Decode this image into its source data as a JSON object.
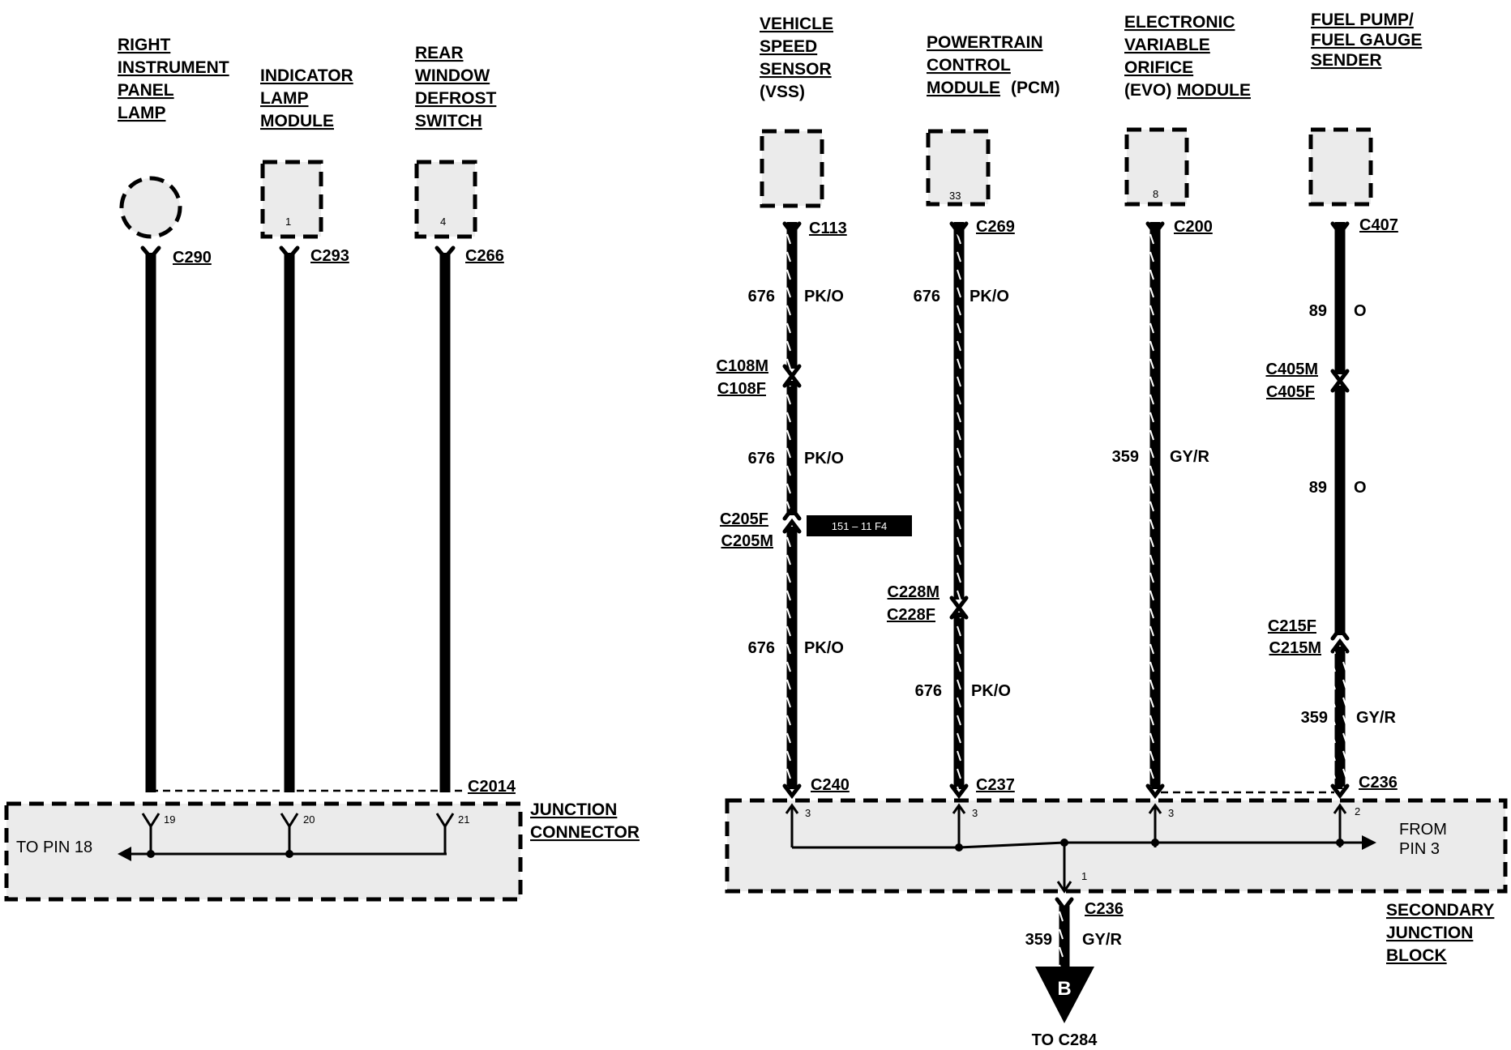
{
  "components": {
    "right_panel_lamp": [
      "RIGHT",
      "INSTRUMENT",
      "PANEL",
      "LAMP"
    ],
    "indicator_module": [
      "INDICATOR",
      "LAMP",
      "MODULE"
    ],
    "rear_defrost": [
      "REAR",
      "WINDOW",
      "DEFROST",
      "SWITCH"
    ],
    "vss": [
      "VEHICLE",
      "SPEED",
      "SENSOR",
      "(VSS)"
    ],
    "pcm": [
      "POWERTRAIN",
      "CONTROL",
      "MODULE",
      "(PCM)"
    ],
    "evo": [
      "ELECTRONIC",
      "VARIABLE",
      "ORIFICE",
      "(EVO)",
      "MODULE"
    ],
    "fuel": [
      "FUEL PUMP/",
      "FUEL GAUGE",
      "SENDER"
    ]
  },
  "component_pins": {
    "indicator": "1",
    "defrost": "4",
    "pcm": "33",
    "evo": "8"
  },
  "connectors": {
    "c290": "C290",
    "c293": "C293",
    "c266": "C266",
    "c113": "C113",
    "c269": "C269",
    "c200": "C200",
    "c407": "C407",
    "c108m": "C108M",
    "c108f": "C108F",
    "c205f": "C205F",
    "c205m": "C205M",
    "c228m": "C228M",
    "c228f": "C228F",
    "c405m": "C405M",
    "c405f": "C405F",
    "c215f": "C215F",
    "c215m": "C215M",
    "c2014": "C2014",
    "c240": "C240",
    "c237": "C237",
    "c236_top": "C236",
    "c236_bottom": "C236"
  },
  "circuits": {
    "vss_1": {
      "num": "676",
      "color": "PK/O"
    },
    "vss_2": {
      "num": "676",
      "color": "PK/O"
    },
    "vss_3": {
      "num": "676",
      "color": "PK/O"
    },
    "pcm_1": {
      "num": "676",
      "color": "PK/O"
    },
    "pcm_2": {
      "num": "676",
      "color": "PK/O"
    },
    "evo_1": {
      "num": "359",
      "color": "GY/R"
    },
    "fuel_1": {
      "num": "89",
      "color": "O"
    },
    "fuel_2": {
      "num": "89",
      "color": "O"
    },
    "fuel_3": {
      "num": "359",
      "color": "GY/R"
    },
    "output": {
      "num": "359",
      "color": "GY/R"
    }
  },
  "page_ref": "151 – 11 F4",
  "junction_connector": {
    "label": [
      "JUNCTION",
      "CONNECTOR"
    ],
    "pins": [
      "19",
      "20",
      "21"
    ],
    "to_pin": "TO PIN 18"
  },
  "secondary_junction_block": {
    "label": [
      "SECONDARY",
      "JUNCTION",
      "BLOCK"
    ],
    "pins": [
      "3",
      "3",
      "3",
      "2",
      "1"
    ],
    "from_pin": [
      "FROM",
      "PIN 3"
    ]
  },
  "terminal": {
    "letter": "B",
    "label": "TO C284"
  }
}
